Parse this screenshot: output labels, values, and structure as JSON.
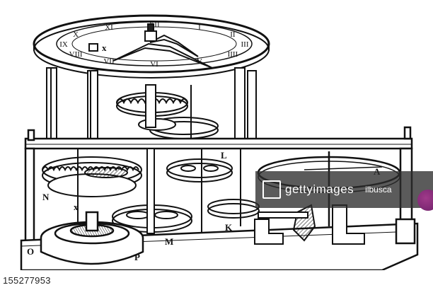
{
  "image": {
    "subject": "antique clock mechanism engraving",
    "style": "black line engraving on white"
  },
  "dial": {
    "numerals": [
      "XII",
      "I",
      "II",
      "III",
      "IIII",
      "V",
      "VI",
      "VII",
      "VIII",
      "IX",
      "X",
      "XI"
    ]
  },
  "labels": {
    "hand_x": "x",
    "L": "L",
    "A": "A",
    "N": "N",
    "x_lower": "x",
    "K": "K",
    "M": "M",
    "O": "O",
    "P": "P"
  },
  "watermark": {
    "brand": "gettyimages",
    "credit": "ilbusca"
  },
  "footer": {
    "image_id": "155277953"
  }
}
